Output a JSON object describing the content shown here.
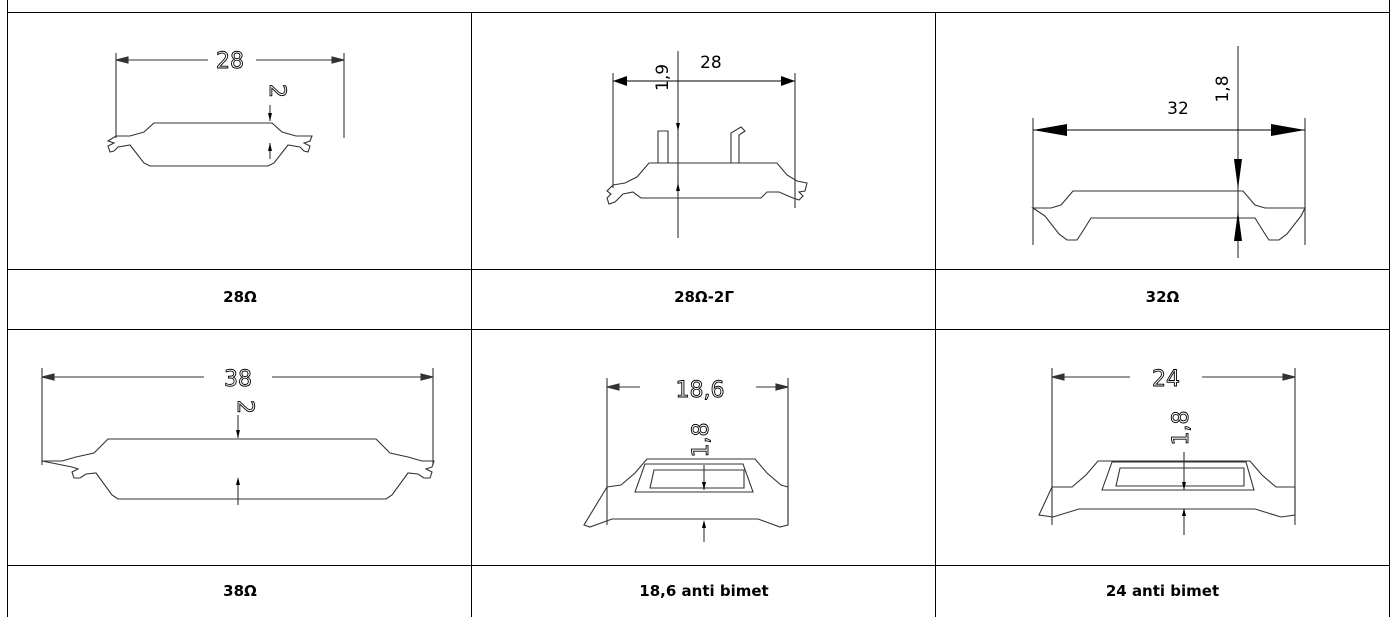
{
  "profiles": [
    {
      "name": "28Ω",
      "width_dim": "28",
      "thickness_dim": "2"
    },
    {
      "name": "28Ω-2Γ",
      "width_dim": "28",
      "thickness_dim": "1,9"
    },
    {
      "name": "32Ω",
      "width_dim": "32",
      "thickness_dim": "1,8"
    },
    {
      "name": "38Ω",
      "width_dim": "38",
      "thickness_dim": "2"
    },
    {
      "name": "18,6 anti bimet",
      "width_dim": "18,6",
      "thickness_dim": "1,8"
    },
    {
      "name": "24 anti bimet",
      "width_dim": "24",
      "thickness_dim": "1,8"
    }
  ]
}
